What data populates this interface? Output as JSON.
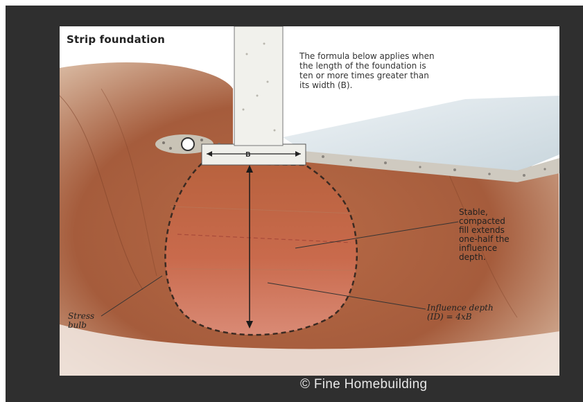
{
  "diagram": {
    "title": "Strip foundation",
    "formula_note": "The formula below applies when\nthe length of the foundation is\nten or more times greater than\nits width (B).",
    "dimension_label": "B",
    "fill_note": "Stable,\ncompacted\nfill extends\none-half the\ninfluence\ndepth.",
    "influence_note": "Influence depth\n(ID) = 4xB",
    "bulb_note": "Stress\nbulb"
  },
  "credit": "© Fine Homebuilding",
  "colors": {
    "frame": "#2f2f2f",
    "soil": "#a8623f",
    "bulb": "#c46a4a",
    "concrete": "#eeeeea",
    "slab": "#dfe3e6"
  }
}
